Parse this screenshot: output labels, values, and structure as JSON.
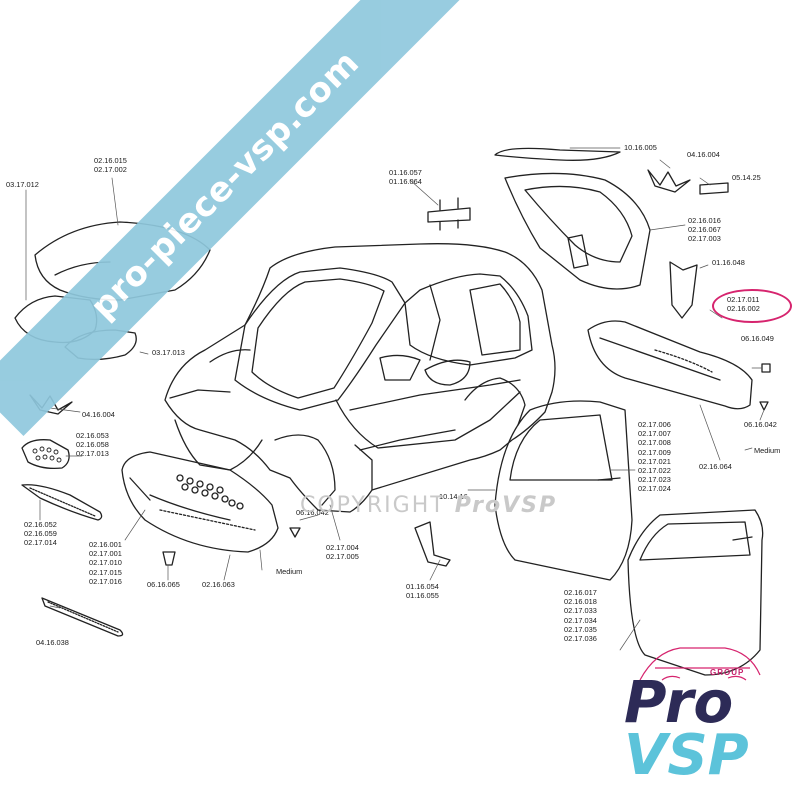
{
  "watermark": {
    "site": "pro-piece-vsp.com",
    "copyright": "COPYRIGHT",
    "copyright_brand": "ProVSP"
  },
  "logo": {
    "group": "GROUP",
    "pro": "Pro",
    "vsp": "VSP",
    "brand_color": "#2d2b57",
    "accent_color": "#5cc3da",
    "pink_color": "#d6246e"
  },
  "labels": {
    "roof_panel": [
      "02.16.015",
      "02.17.002"
    ],
    "hood_left": [
      "03.17.012"
    ],
    "hood_lower": [
      "03.17.013"
    ],
    "ornament_left": [
      "04.16.004"
    ],
    "fog_grille": [
      "02.16.053",
      "02.16.058",
      "02.17.013"
    ],
    "side_grille": [
      "02.16.052",
      "02.16.059",
      "02.17.014"
    ],
    "bottom_grille": [
      "04.16.038"
    ],
    "front_bumper": [
      "02.16.001",
      "02.17.001",
      "02.17.010",
      "02.17.015",
      "02.17.016"
    ],
    "clip_left": [
      "06.16.065"
    ],
    "bumper_ref": [
      "02.16.063"
    ],
    "bumper_medium": [
      "Medium"
    ],
    "clip_center": [
      "06.16.042"
    ],
    "floor_ref": [
      "02.17.004",
      "02.17.005"
    ],
    "bracket": [
      "01.16.054",
      "01.16.055"
    ],
    "hinge": [
      "01.16.057",
      "01.16.064"
    ],
    "seal": [
      "10.16.005"
    ],
    "ornament_right": [
      "04.16.004"
    ],
    "badge": [
      "05.14.25"
    ],
    "tailgate": [
      "02.16.016",
      "02.16.067",
      "02.17.003"
    ],
    "rear_bracket": [
      "01.16.048"
    ],
    "rear_bumper": [
      "02.17.011",
      "02.16.002"
    ],
    "screw_right": [
      "06.16.049"
    ],
    "clip_right": [
      "06.16.042"
    ],
    "rear_bumper_medium": [
      "Medium"
    ],
    "rear_bumper_ref": [
      "02.16.064"
    ],
    "door_seal": [
      "10.14.16"
    ],
    "door_upper": [
      "02.17.006",
      "02.17.007",
      "02.17.008",
      "02.17.009",
      "02.17.021",
      "02.17.022",
      "02.17.023",
      "02.17.024"
    ],
    "door_lower": [
      "02.16.017",
      "02.16.018",
      "02.17.033",
      "02.17.034",
      "02.17.035",
      "02.17.036"
    ]
  }
}
